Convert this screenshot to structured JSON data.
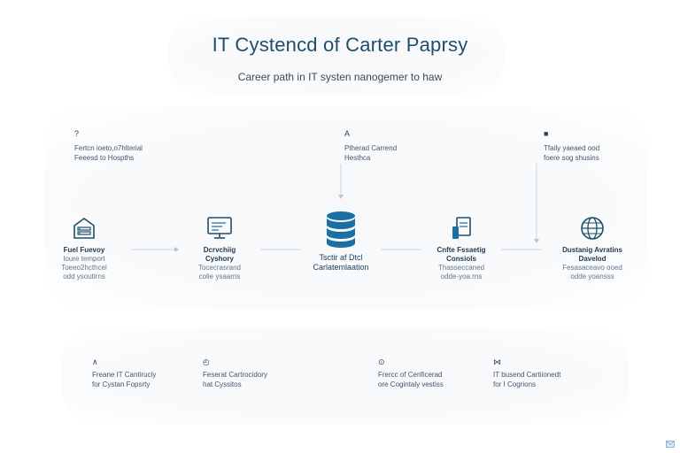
{
  "title": "IT Cystencd of Carter Paprsy",
  "subtitle": "Career path in IT systen nanogemer to haw",
  "colors": {
    "accent": "#1a6fa3",
    "text": "#334155",
    "edge": "#cbd5e1"
  },
  "notes": [
    {
      "glyph": "?",
      "text": "Fertcn ioeto,o7hlterial\nFeeesd to Hospths"
    },
    {
      "glyph": "A",
      "text": "Ptherad Carrend\nHesthca"
    },
    {
      "glyph": "■",
      "text": "Tfaily yaeaed ood\nfoere sog shusins"
    }
  ],
  "nodes": [
    {
      "icon": "server-rack-icon",
      "title": "Fuel Fuevoy",
      "desc": "Ioure temport\nToeeo2hcthcel\nodd ysoutirns"
    },
    {
      "icon": "monitor-icon",
      "title": "Dcrvchiig\nCyshory",
      "desc": "Tocecrasrand\ncolie ysaarns"
    },
    {
      "icon": "database-icon",
      "title": "Tsctir af Dtcl\nCarlatemlaation",
      "desc": ""
    },
    {
      "icon": "documents-icon",
      "title": "Cnfte Fssaetig\nConsiols",
      "desc": "Thasseccaned\nodde-yoa.rns"
    },
    {
      "icon": "globe-icon",
      "title": "Dustanig Avratins\nDavelod",
      "desc": "Fesasaceavo ooed\nodde yoansss"
    }
  ],
  "certs": [
    {
      "glyph": "∧",
      "text": "Freane IT Cantirucly\nfor Cystan Fopsrty"
    },
    {
      "glyph": "◴",
      "text": "Feserat Cartrocidory\nhat Cyssitos"
    },
    {
      "glyph": "⊙",
      "text": "Frercc of Cerificerad\nore Cogintaly vestiss"
    },
    {
      "glyph": "⋈",
      "text": "IT busend Cartiionedt\nfor I Cogrions"
    }
  ]
}
